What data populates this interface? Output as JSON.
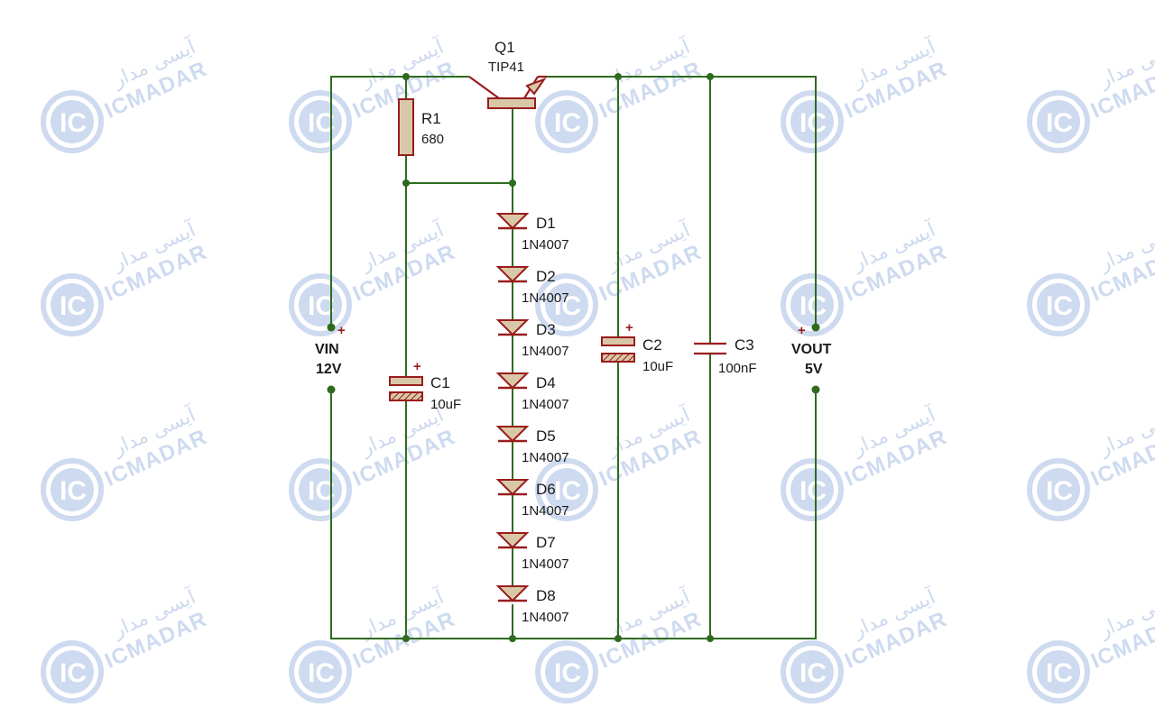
{
  "colors": {
    "wire": "#2e6b1f",
    "component_stroke": "#9a1c1c",
    "component_fill": "#d9c8a8",
    "polarity": "#9a1c1c",
    "watermark": "#c9d7ee"
  },
  "watermark": {
    "logo_text": "IC",
    "brand_en": "ICMADAR",
    "brand_fa": "آیسی مدار"
  },
  "transistor": {
    "name": "Q1",
    "value": "TIP41"
  },
  "resistor": {
    "name": "R1",
    "value": "680"
  },
  "capacitors": [
    {
      "name": "C1",
      "value": "10uF",
      "polarized": true
    },
    {
      "name": "C2",
      "value": "10uF",
      "polarized": true
    },
    {
      "name": "C3",
      "value": "100nF",
      "polarized": false
    }
  ],
  "diodes": [
    {
      "name": "D1",
      "value": "1N4007"
    },
    {
      "name": "D2",
      "value": "1N4007"
    },
    {
      "name": "D3",
      "value": "1N4007"
    },
    {
      "name": "D4",
      "value": "1N4007"
    },
    {
      "name": "D5",
      "value": "1N4007"
    },
    {
      "name": "D6",
      "value": "1N4007"
    },
    {
      "name": "D7",
      "value": "1N4007"
    },
    {
      "name": "D8",
      "value": "1N4007"
    }
  ],
  "terminals": {
    "input": {
      "name": "VIN",
      "value": "12V",
      "plus": "+"
    },
    "output": {
      "name": "VOUT",
      "value": "5V",
      "plus": "+"
    }
  },
  "polarity_mark": "+"
}
